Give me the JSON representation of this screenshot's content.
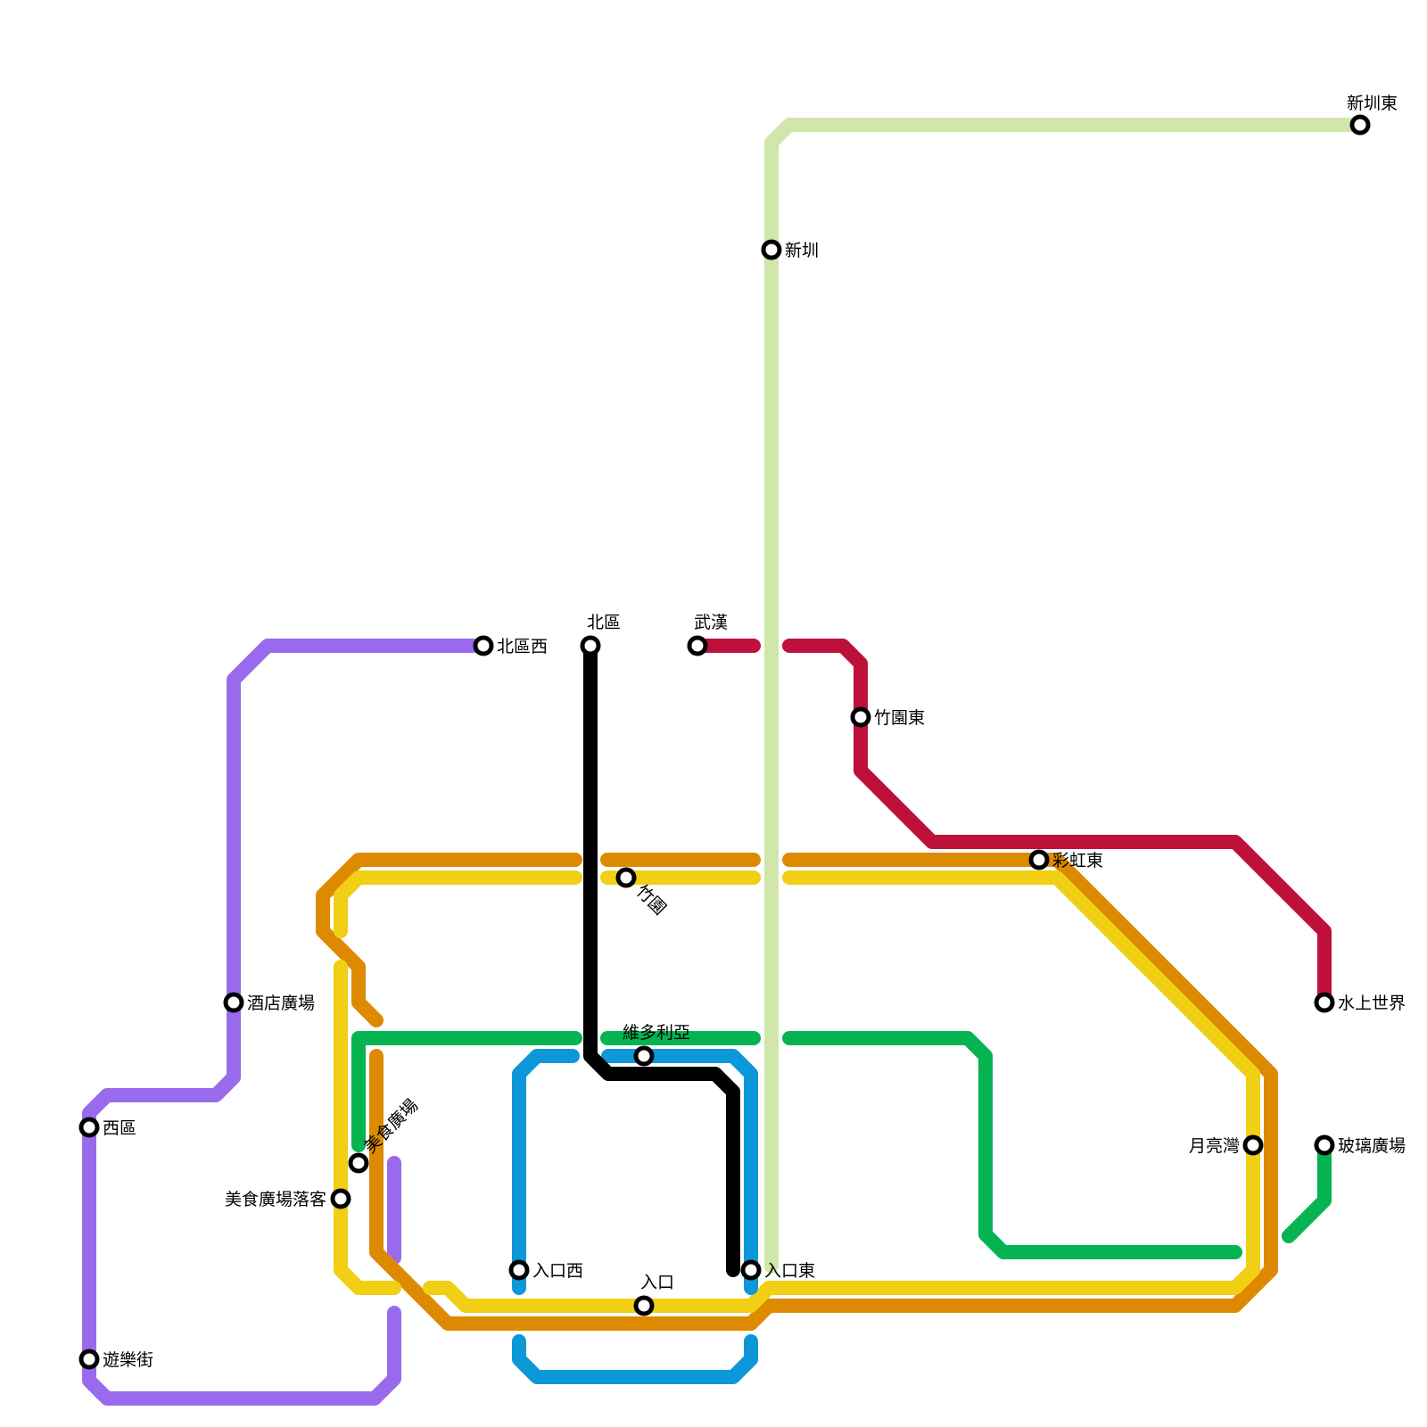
{
  "map": {
    "lines": {
      "lightgreen": {
        "color": "#d1e6aa"
      },
      "purple": {
        "color": "#9a6aed"
      },
      "orange": {
        "color": "#de8a00"
      },
      "yellow": {
        "color": "#f0cf14"
      },
      "green": {
        "color": "#05b351"
      },
      "blue": {
        "color": "#0c97d8"
      },
      "red": {
        "color": "#be103b"
      },
      "black": {
        "color": "#000000"
      }
    },
    "stations": {
      "xin_zhen_dong": "新圳東",
      "xin_zhen": "新圳",
      "bei_qu_xi": "北區西",
      "bei_qu": "北區",
      "wu_han": "武漢",
      "zhu_yuan_dong": "竹園東",
      "zhu_yuan": "竹園",
      "cai_hong_dong": "彩虹東",
      "jiu_dian_guang_chang": "酒店廣場",
      "shui_shang_shi_jie": "水上世界",
      "wei_duo_li_ya": "維多利亞",
      "xi_qu": "西區",
      "yue_liang_wan": "月亮灣",
      "bo_li_guang_chang": "玻璃廣場",
      "mei_shi_guang_chang": "美食廣場",
      "mei_shi_guang_chang_luo_ke": "美食廣場落客",
      "ru_kou_xi": "入口西",
      "ru_kou_dong": "入口東",
      "ru_kou": "入口",
      "you_le_jie": "遊樂街"
    }
  }
}
